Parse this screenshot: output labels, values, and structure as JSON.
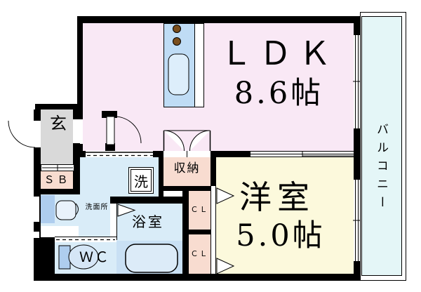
{
  "plan_title": "apartment-floor-plan",
  "rooms": {
    "ldk": {
      "name": "ＬＤＫ",
      "area": "8.6帖"
    },
    "western": {
      "name": "洋室",
      "area": "5.0帖"
    },
    "balcony": {
      "name": "バルコニー"
    },
    "entrance": {
      "name": "玄"
    },
    "shoe_box": {
      "name": "ＳＢ"
    },
    "washroom": {
      "name": "洗面所"
    },
    "washer": {
      "name": "洗"
    },
    "storage": {
      "name": "収納"
    },
    "closet_upper": {
      "name": "ＣＬ"
    },
    "closet_lower": {
      "name": "ＣＬ"
    },
    "bathroom": {
      "name": "浴室"
    },
    "toilet": {
      "name": "ＷＣ"
    }
  },
  "colors": {
    "ldk": "#f9e8f5",
    "west": "#fcf9dc",
    "balcony": "#e4f6f7",
    "wet": "#d9ecf8",
    "tubzone": "#c9e0f4",
    "closet": "#f8dcd0",
    "entrance": "#d9d9d9",
    "vanity": "#aecdee",
    "kitchen": "#bfdcf5",
    "sink": "#ddeefb",
    "burner": "#7a4e1d",
    "wall": "#000000"
  },
  "icons": {
    "entry_door": "door-swing-arc",
    "room_door": "door-swing-arc",
    "storage_doors": "double-door-arcs",
    "partition": "sliding-door",
    "windows": "sliding-window",
    "bath_door": "folding-door-triangle",
    "closet_doors": "folding-door-triangle",
    "fixtures": [
      "stove-burners",
      "kitchen-sink",
      "bathtub",
      "toilet",
      "washbasin",
      "washing-machine"
    ]
  }
}
